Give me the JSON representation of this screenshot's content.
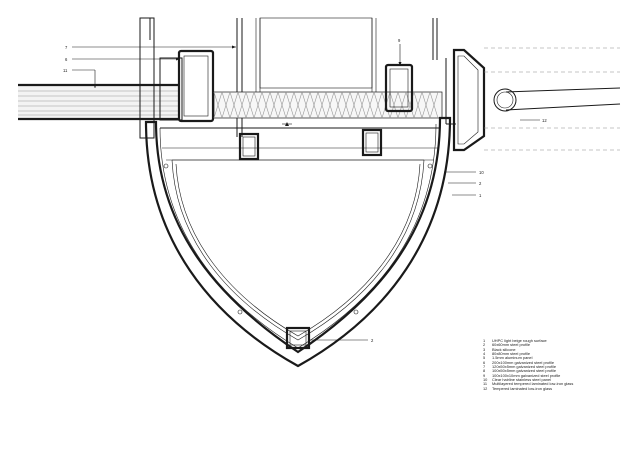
{
  "callouts": {
    "c1": "1",
    "c2a": "2",
    "c2b": "2",
    "c6": "6",
    "c7": "7",
    "c9": "9",
    "c10": "10",
    "c11": "11",
    "c12": "12"
  },
  "legend": [
    {
      "num": "1",
      "text": "UHPC light beige rough surface"
    },
    {
      "num": "2",
      "text": "60x60mm steel profile"
    },
    {
      "num": "3",
      "text": "Black silicone"
    },
    {
      "num": "4",
      "text": "80x80mm steel profile"
    },
    {
      "num": "5",
      "text": "1.5mm aluminum panel"
    },
    {
      "num": "6",
      "text": "200x100mm galvanized steel profile"
    },
    {
      "num": "7",
      "text": "120x50x5mm galvanized steel profile"
    },
    {
      "num": "8",
      "text": "100x50x5mm galvanized steel profile"
    },
    {
      "num": "9",
      "text": "100x100x10mm galvanized steel profile"
    },
    {
      "num": "10",
      "text": "Clear hairline stainless steel panel"
    },
    {
      "num": "11",
      "text": "Multilayered tempered laminated low-iron glass"
    },
    {
      "num": "12",
      "text": "Tempered laminated low-iron glass"
    }
  ]
}
